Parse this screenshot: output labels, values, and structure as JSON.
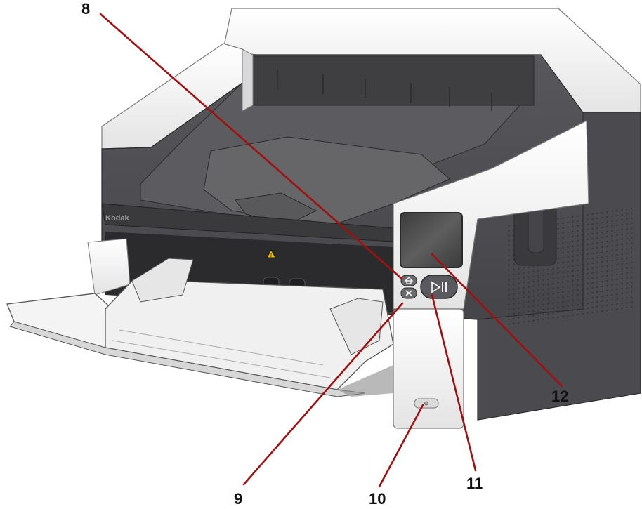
{
  "brand": {
    "logo_text": "Kodak"
  },
  "colors": {
    "leader_line": "#a01010",
    "body_dark": "#4a4a4d",
    "body_light": "#f2f2f2",
    "screen": "#505050"
  },
  "callouts": [
    {
      "number": "8",
      "part": "home-and-stop-buttons"
    },
    {
      "number": "9",
      "part": "front-panel"
    },
    {
      "number": "10",
      "part": "power-button"
    },
    {
      "number": "11",
      "part": "start-pause-button"
    },
    {
      "number": "12",
      "part": "touchscreen-display"
    }
  ],
  "buttons": {
    "home_icon": "home-icon",
    "stop_icon": "x-icon",
    "start_pause_glyph": "▷||"
  },
  "warning": {
    "icon": "warning-triangle-icon"
  }
}
